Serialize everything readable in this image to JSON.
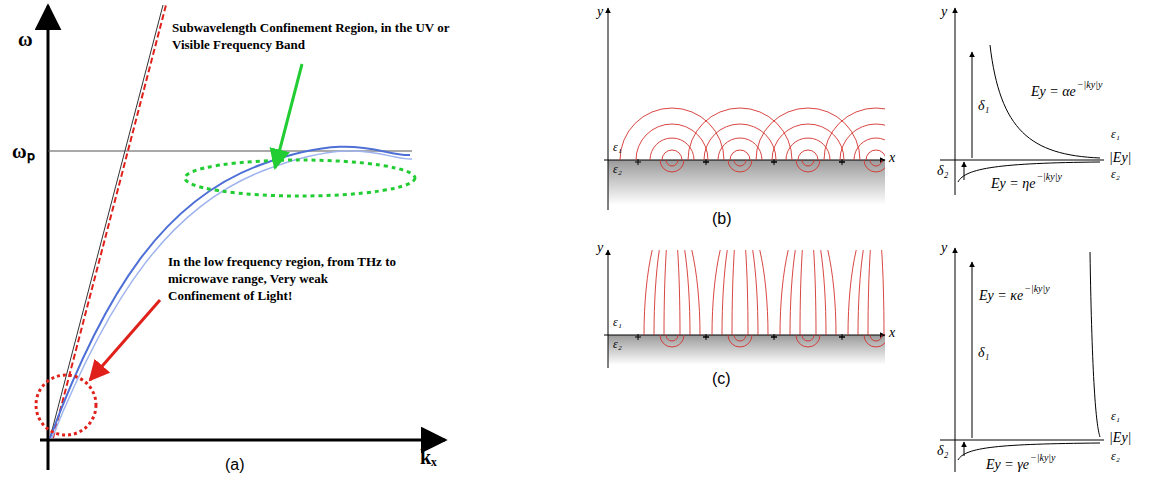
{
  "diagram": {
    "labels": [
      "ω",
      "ωₚ",
      "kₓ",
      "Subwavelength Confinement Region, in the UV or Visible Frequency Band",
      "In the low frequency region, from THz to microwave range, Very weak Confinement of Light!",
      "(a)",
      "y",
      "ε₁",
      "ε₂",
      "x",
      "y",
      "δ₁",
      "δ₂",
      "Ey = αe",
      "−|ky|y",
      "Ey = ηe",
      "−|ky|y",
      "ε₁",
      "ε₂",
      "|Ey|",
      "(b)",
      "y",
      "ε₁",
      "ε₂",
      "x",
      "(c)",
      "y",
      "δ₁",
      "δ₂",
      "Ey = κe",
      "−|ky|y",
      "Ey = γe",
      "−|ky|y",
      "ε₁",
      "ε₂",
      "|Ey|"
    ]
  }
}
